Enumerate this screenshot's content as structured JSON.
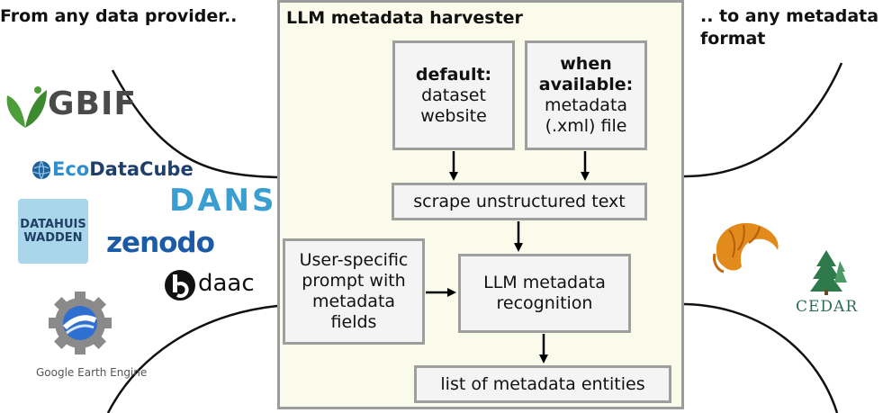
{
  "headings": {
    "left": "From any data provider..",
    "center": "LLM metadata harvester",
    "right_line1": ".. to any metadata",
    "right_line2": "format"
  },
  "boxes": {
    "default": {
      "bold": "default:",
      "line1": "dataset",
      "line2": "website"
    },
    "when_available": {
      "bold1": "when",
      "bold2": "available:",
      "line1": "metadata",
      "line2": "(.xml) file"
    },
    "scrape": "scrape unstructured text",
    "prompt": {
      "line1": "User-specific",
      "line2": "prompt with",
      "line3": "metadata",
      "line4": "fields"
    },
    "llm": {
      "line1": "LLM metadata",
      "line2": "recognition"
    },
    "list": "list of metadata entities"
  },
  "logos": {
    "gbif": "GBIF",
    "ecodatacube_eco": "Eco",
    "ecodatacube_rest": "DataCube",
    "dans": "DANS",
    "datahuis_line1": "DATAHUIS",
    "datahuis_line2": "WADDEN",
    "zenodo": "zenodo",
    "daac": "daac",
    "gee": "Google Earth Engine",
    "cedar": "CEDAR"
  },
  "colors": {
    "panel_bg": "#fbfbeb",
    "box_bg": "#f4f4f4",
    "box_border": "#9e9e9e",
    "gbif_green": "#4d9e3a",
    "eco_blue": "#1f5f9a",
    "dans_blue": "#3a9fd0",
    "zenodo_blue": "#1b5aa6",
    "cedar_green": "#2e7a4a"
  }
}
